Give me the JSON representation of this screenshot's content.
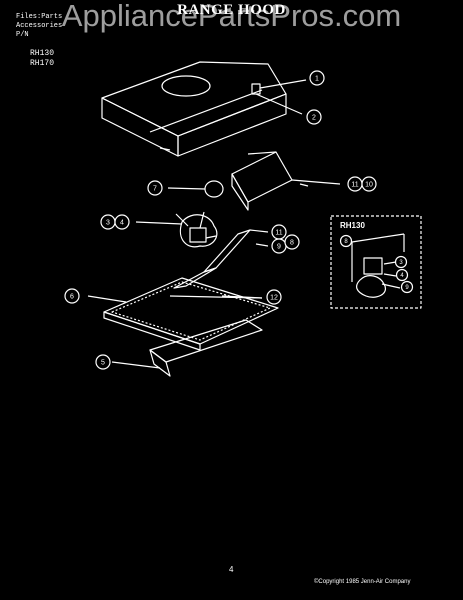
{
  "header": {
    "title": "RANGE HOOD",
    "watermark": "AppliancePartsPros.com",
    "meta_lines": [
      "Files:Parts",
      "Accessories",
      "P/N"
    ],
    "models": [
      "RH130",
      "RH170"
    ]
  },
  "diagram": {
    "inset_label": "RH130",
    "callouts": [
      "1",
      "2",
      "7",
      "11",
      "10",
      "3",
      "4",
      "11",
      "9",
      "8",
      "6",
      "12",
      "5"
    ],
    "inset_callouts": [
      "8",
      "3",
      "4",
      "9"
    ]
  },
  "footer": {
    "page_number": "4",
    "copyright": "©Copyright 1985 Jenn-Air Company"
  },
  "colors": {
    "background": "#000000",
    "line": "#ffffff"
  }
}
